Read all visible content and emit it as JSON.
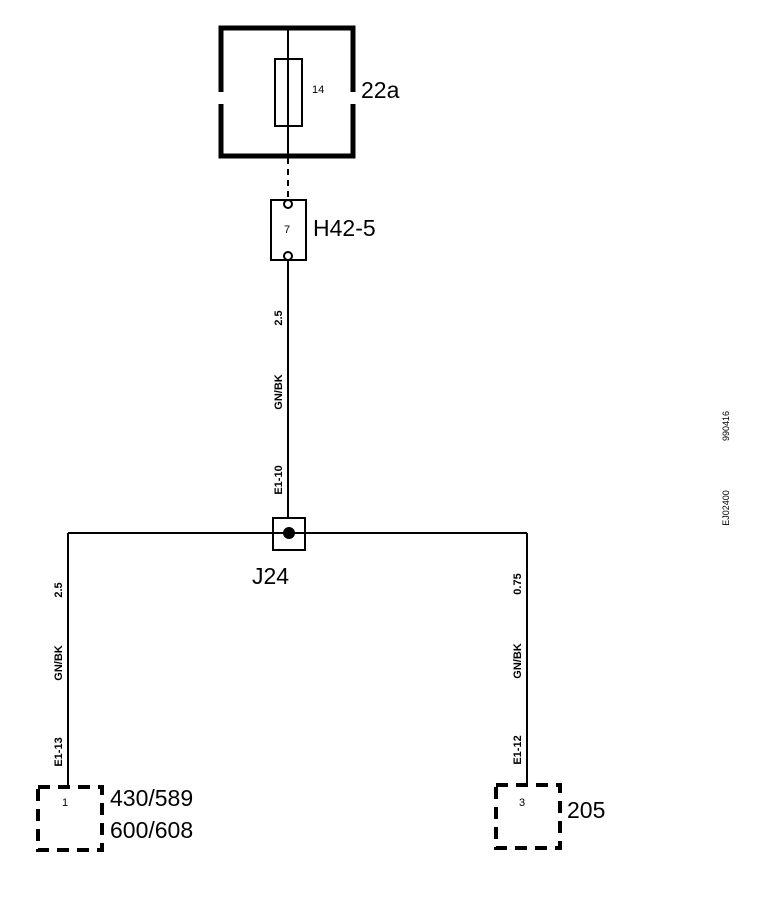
{
  "fuse_box": {
    "label": "22a",
    "fuse_number": "14"
  },
  "connector_top": {
    "label": "H42-5",
    "pin": "7"
  },
  "wire_vertical_main": {
    "size": "2.5",
    "color": "GN/BK",
    "id": "E1-10"
  },
  "junction": {
    "label": "J24"
  },
  "wire_left": {
    "size": "2.5",
    "color": "GN/BK",
    "id": "E1-13"
  },
  "wire_right": {
    "size": "0.75",
    "color": "GN/BK",
    "id": "E1-12"
  },
  "component_left": {
    "pin": "1",
    "label_line1": "430/589",
    "label_line2": "600/608"
  },
  "component_right": {
    "pin": "3",
    "label": "205"
  },
  "side_codes": {
    "code1": "990416",
    "code2": "EJ02400"
  }
}
